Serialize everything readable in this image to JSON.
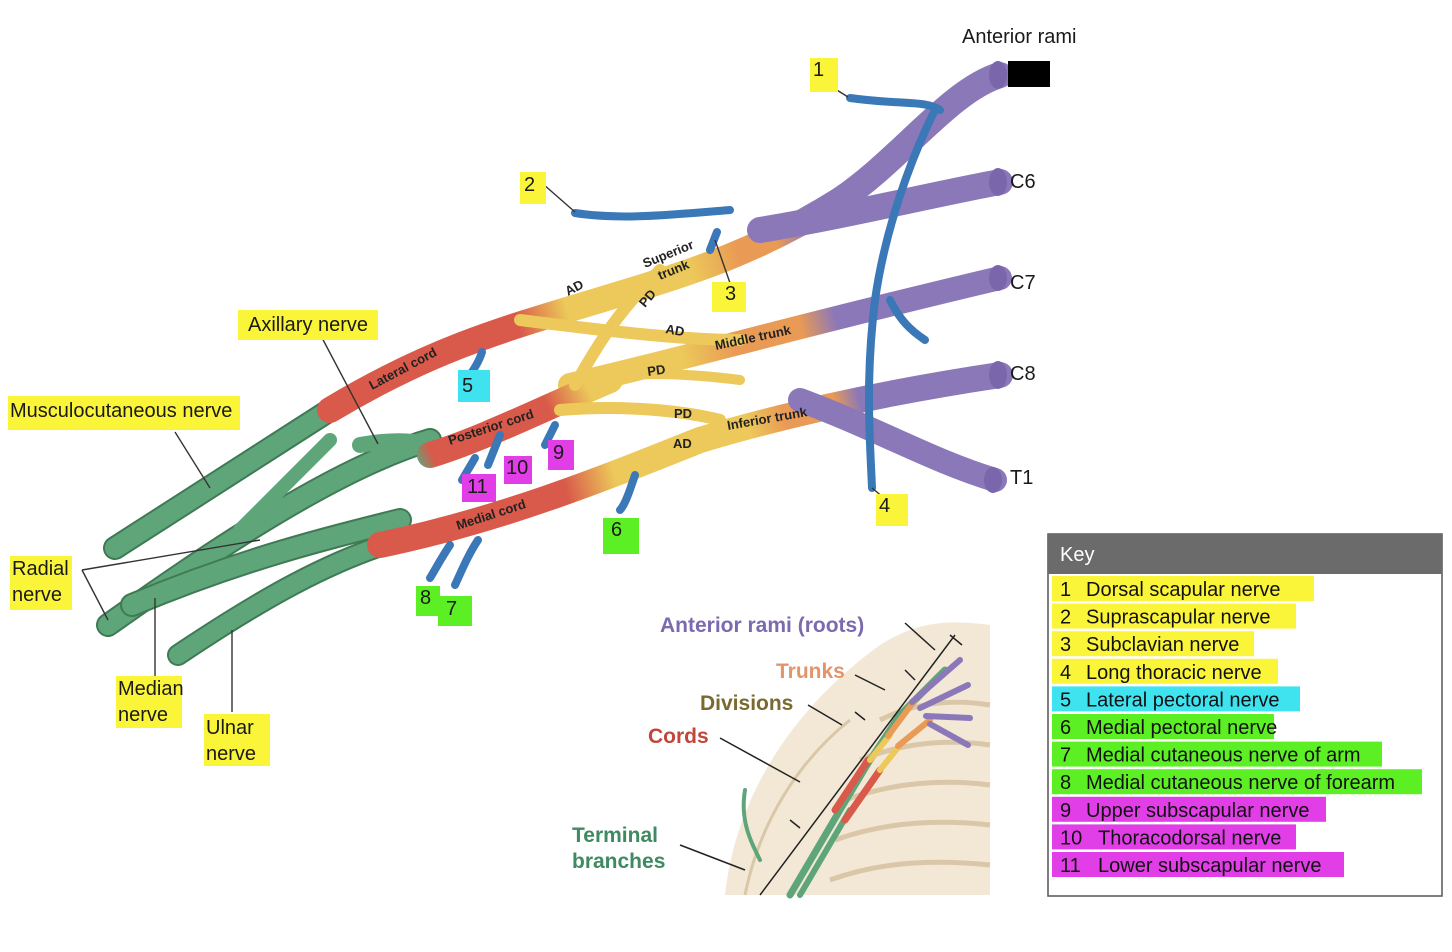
{
  "colors": {
    "roots": "#8b78b8",
    "trunks": "#e99a55",
    "divisions": "#ecc95a",
    "cords": "#d9594a",
    "terminal": "#5fa57a",
    "branch_nerve": "#3a78b8",
    "highlight_yellow": "#fbf53a",
    "highlight_cyan": "#3fe3f0",
    "highlight_green": "#5cf024",
    "highlight_magenta": "#e23ee8"
  },
  "roots": {
    "header": "Anterior rami",
    "labels": [
      "C6",
      "C7",
      "C8",
      "T1"
    ]
  },
  "structure_labels": {
    "superior_trunk_1": "Superior",
    "superior_trunk_2": "trunk",
    "middle_trunk": "Middle trunk",
    "inferior_trunk": "Inferior trunk",
    "lateral_cord": "Lateral cord",
    "posterior_cord": "Posterior cord",
    "medial_cord": "Medial cord",
    "ad": "AD",
    "pd": "PD"
  },
  "nerve_labels": {
    "axillary": "Axillary nerve",
    "musculocutaneous": "Musculocutaneous nerve",
    "radial_1": "Radial",
    "radial_2": "nerve",
    "median_1": "Median",
    "median_2": "nerve",
    "ulnar_1": "Ulnar",
    "ulnar_2": "nerve"
  },
  "numbers": [
    "1",
    "2",
    "3",
    "4",
    "5",
    "6",
    "7",
    "8",
    "9",
    "10",
    "11"
  ],
  "inset": {
    "roots": "Anterior rami (roots)",
    "trunks": "Trunks",
    "divisions": "Divisions",
    "cords": "Cords",
    "terminal_1": "Terminal",
    "terminal_2": "branches"
  },
  "key": {
    "title": "Key",
    "items": [
      {
        "num": "1",
        "text": "Dorsal scapular nerve",
        "color": "yellow"
      },
      {
        "num": "2",
        "text": "Suprascapular nerve",
        "color": "yellow"
      },
      {
        "num": "3",
        "text": "Subclavian nerve",
        "color": "yellow"
      },
      {
        "num": "4",
        "text": "Long thoracic nerve",
        "color": "yellow"
      },
      {
        "num": "5",
        "text": "Lateral pectoral nerve",
        "color": "cyan"
      },
      {
        "num": "6",
        "text": "Medial pectoral nerve",
        "color": "green"
      },
      {
        "num": "7",
        "text": "Medial cutaneous nerve of arm",
        "color": "green"
      },
      {
        "num": "8",
        "text": "Medial cutaneous nerve of forearm",
        "color": "green"
      },
      {
        "num": "9",
        "text": "Upper subscapular nerve",
        "color": "magenta"
      },
      {
        "num": "10",
        "text": "Thoracodorsal nerve",
        "color": "magenta"
      },
      {
        "num": "11",
        "text": "Lower subscapular nerve",
        "color": "magenta"
      }
    ]
  }
}
